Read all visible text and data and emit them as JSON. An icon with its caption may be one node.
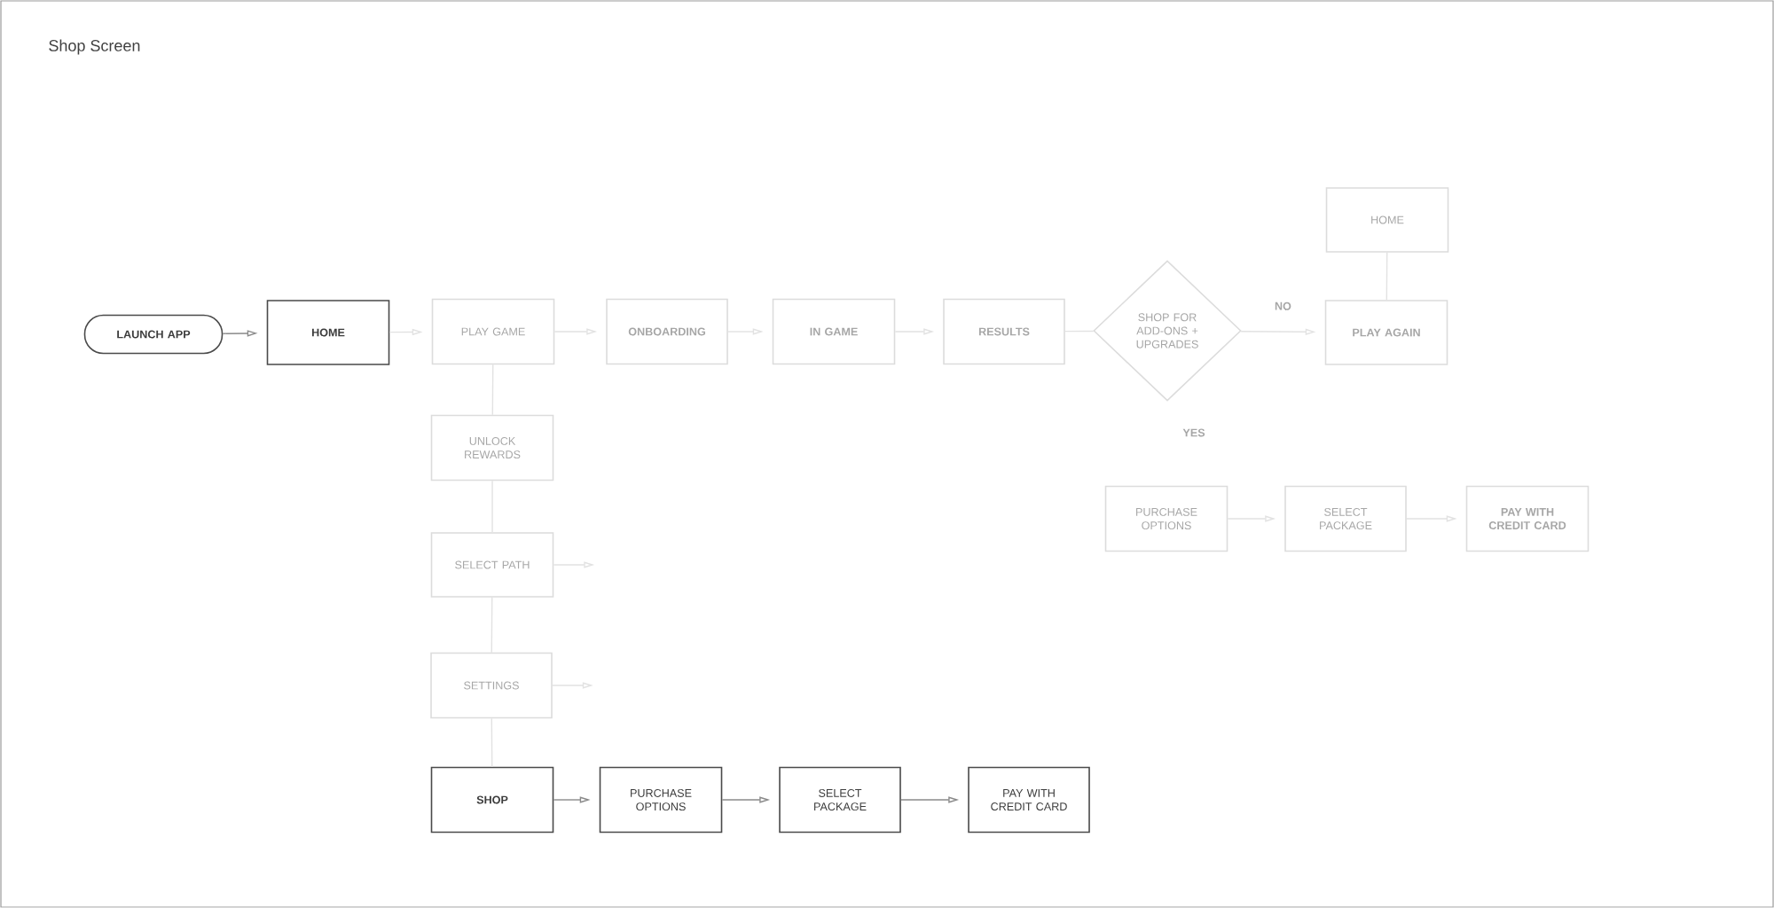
{
  "diagram": {
    "title": "Shop Screen",
    "nodes": [
      {
        "text": [
          "LAUNCH APP"
        ]
      },
      {
        "text": [
          "HOME"
        ]
      },
      {
        "text": [
          "PLAY GAME"
        ]
      },
      {
        "text": [
          "ONBOARDING"
        ]
      },
      {
        "text": [
          "IN GAME"
        ]
      },
      {
        "text": [
          "RESULTS"
        ]
      },
      {
        "text": [
          "SHOP FOR ADD-ONS + UPGRADES"
        ]
      },
      {
        "text": [
          "HOME"
        ]
      },
      {
        "text": [
          "PLAY AGAIN"
        ]
      },
      {
        "text": [
          "UNLOCK REWARDS"
        ]
      },
      {
        "text": [
          "SELECT PATH"
        ]
      },
      {
        "text": [
          "SETTINGS"
        ]
      },
      {
        "text": [
          "SHOP"
        ]
      },
      {
        "text": [
          "PURCHASE OPTIONS"
        ]
      },
      {
        "text": [
          "SELECT PACKAGE"
        ]
      },
      {
        "text": [
          "PAY WITH CREDIT CARD"
        ]
      },
      {
        "text": [
          "PURCHASE OPTIONS"
        ]
      },
      {
        "text": [
          "SELECT PACKAGE"
        ]
      },
      {
        "text": [
          "PAY WITH CREDIT CARD"
        ]
      }
    ],
    "edges": [
      {
        "from": 0,
        "to": 1,
        "arrow": "to",
        "color": "#8a8a8a"
      },
      {
        "from": 1,
        "to": 2,
        "arrow": "to"
      },
      {
        "from": 2,
        "to": 3,
        "arrow": "to"
      },
      {
        "from": 3,
        "to": 4,
        "arrow": "to"
      },
      {
        "from": 4,
        "to": 5,
        "arrow": "to"
      },
      {
        "from": 5,
        "to": 6,
        "arrow": "none"
      },
      {
        "from": 6,
        "to": 8,
        "arrow": "to",
        "label": "NO"
      },
      {
        "from": 7,
        "to": 8,
        "arrow": "none"
      },
      {
        "from": 2,
        "to": 9,
        "arrow": "none"
      },
      {
        "from": 9,
        "to": 10,
        "arrow": "none"
      },
      {
        "from": 10,
        "to": null,
        "arrow": "to"
      },
      {
        "from": 10,
        "to": 11,
        "arrow": "none"
      },
      {
        "from": 11,
        "to": null,
        "arrow": "to"
      },
      {
        "from": 11,
        "to": 12,
        "arrow": "none"
      },
      {
        "from": 12,
        "to": 13,
        "arrow": "to",
        "color": "#8a8a8a"
      },
      {
        "from": 13,
        "to": 14,
        "arrow": "to",
        "color": "#8a8a8a"
      },
      {
        "from": 14,
        "to": 15,
        "arrow": "to",
        "color": "#8a8a8a"
      },
      {
        "from": 16,
        "to": 17,
        "arrow": "to"
      },
      {
        "from": 17,
        "to": 18,
        "arrow": "to"
      }
    ],
    "labels": [
      "YES"
    ]
  }
}
